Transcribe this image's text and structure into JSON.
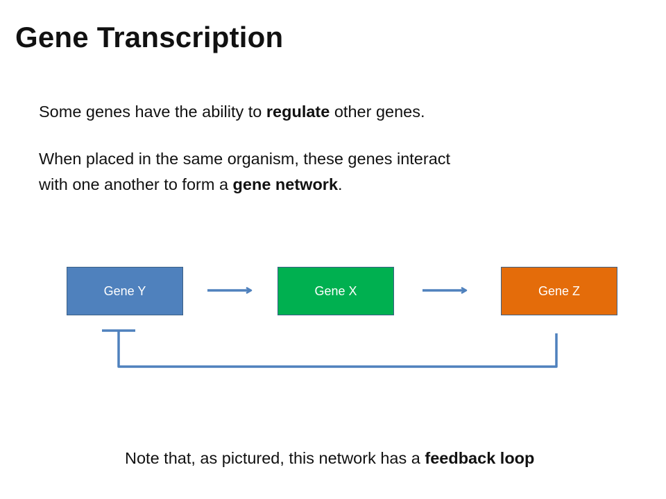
{
  "slide": {
    "title": "Gene Transcription",
    "para1": {
      "before": "Some genes have the ability to ",
      "bold": "regulate",
      "after": " other genes."
    },
    "para2": {
      "line1": "When placed in the same organism, these genes interact",
      "line2_before": "with one another to form a ",
      "bold": "gene network",
      "after": "."
    },
    "note": {
      "before": "Note that, as pictured, this network has a ",
      "bold": "feedback loop"
    }
  },
  "diagram": {
    "nodes": [
      {
        "id": "gene-y",
        "label": "Gene Y",
        "color": "#4f81bd"
      },
      {
        "id": "gene-x",
        "label": "Gene X",
        "color": "#00b050"
      },
      {
        "id": "gene-z",
        "label": "Gene Z",
        "color": "#e46c0a"
      }
    ],
    "edges": [
      {
        "from": "gene-y",
        "to": "gene-x",
        "type": "activation"
      },
      {
        "from": "gene-x",
        "to": "gene-z",
        "type": "activation"
      },
      {
        "from": "gene-z",
        "to": "gene-y",
        "type": "repression"
      }
    ],
    "connector_color": "#4f81bd"
  }
}
